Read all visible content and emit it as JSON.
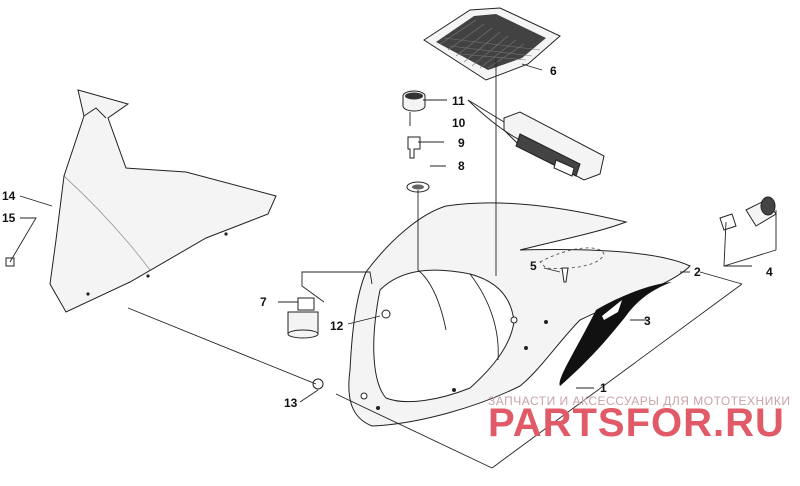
{
  "diagram": {
    "callouts": [
      "1",
      "2",
      "3",
      "4",
      "5",
      "6",
      "7",
      "8",
      "9",
      "10",
      "11",
      "12",
      "13",
      "14",
      "15"
    ]
  },
  "watermark": {
    "tagline": "ЗАПЧАСТИ И АКСЕССУАРЫ ДЛЯ МОТОТЕХНИКИ",
    "brand": "PARTSFOR.RU",
    "colors": {
      "tagline": "#c9a3a8",
      "brand": "#e05a68"
    }
  }
}
